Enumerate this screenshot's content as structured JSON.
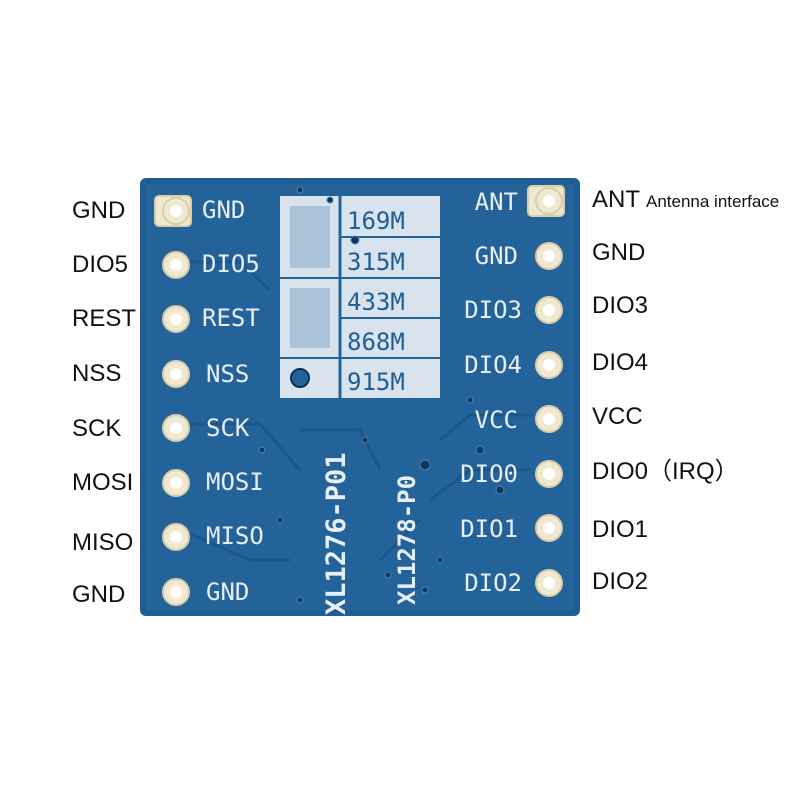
{
  "outer_labels": {
    "left": [
      "GND",
      "DIO5",
      "REST",
      "NSS",
      "SCK",
      "MOSI",
      "MISO",
      "GND"
    ],
    "right": [
      "ANT",
      "GND",
      "DIO3",
      "DIO4",
      "VCC",
      "DIO0（IRQ）",
      "DIO1",
      "DIO2"
    ],
    "antenna_description": "Antenna interface"
  },
  "board": {
    "silk_left": [
      "GND",
      "DIO5",
      "REST",
      "NSS",
      "SCK",
      "MOSI",
      "MISO",
      "GND"
    ],
    "silk_right": [
      "ANT",
      "GND",
      "DIO3",
      "DIO4",
      "VCC",
      "DIO0",
      "DIO1",
      "DIO2"
    ],
    "frequencies": [
      "169M",
      "315M",
      "433M",
      "868M",
      "915M"
    ],
    "model_1": "XL1276-P01",
    "model_2": "XL1278-P0",
    "colors": {
      "pcb": "#1f5d92",
      "silk": "#e8eef5",
      "pad": "#f0e8d0"
    }
  }
}
